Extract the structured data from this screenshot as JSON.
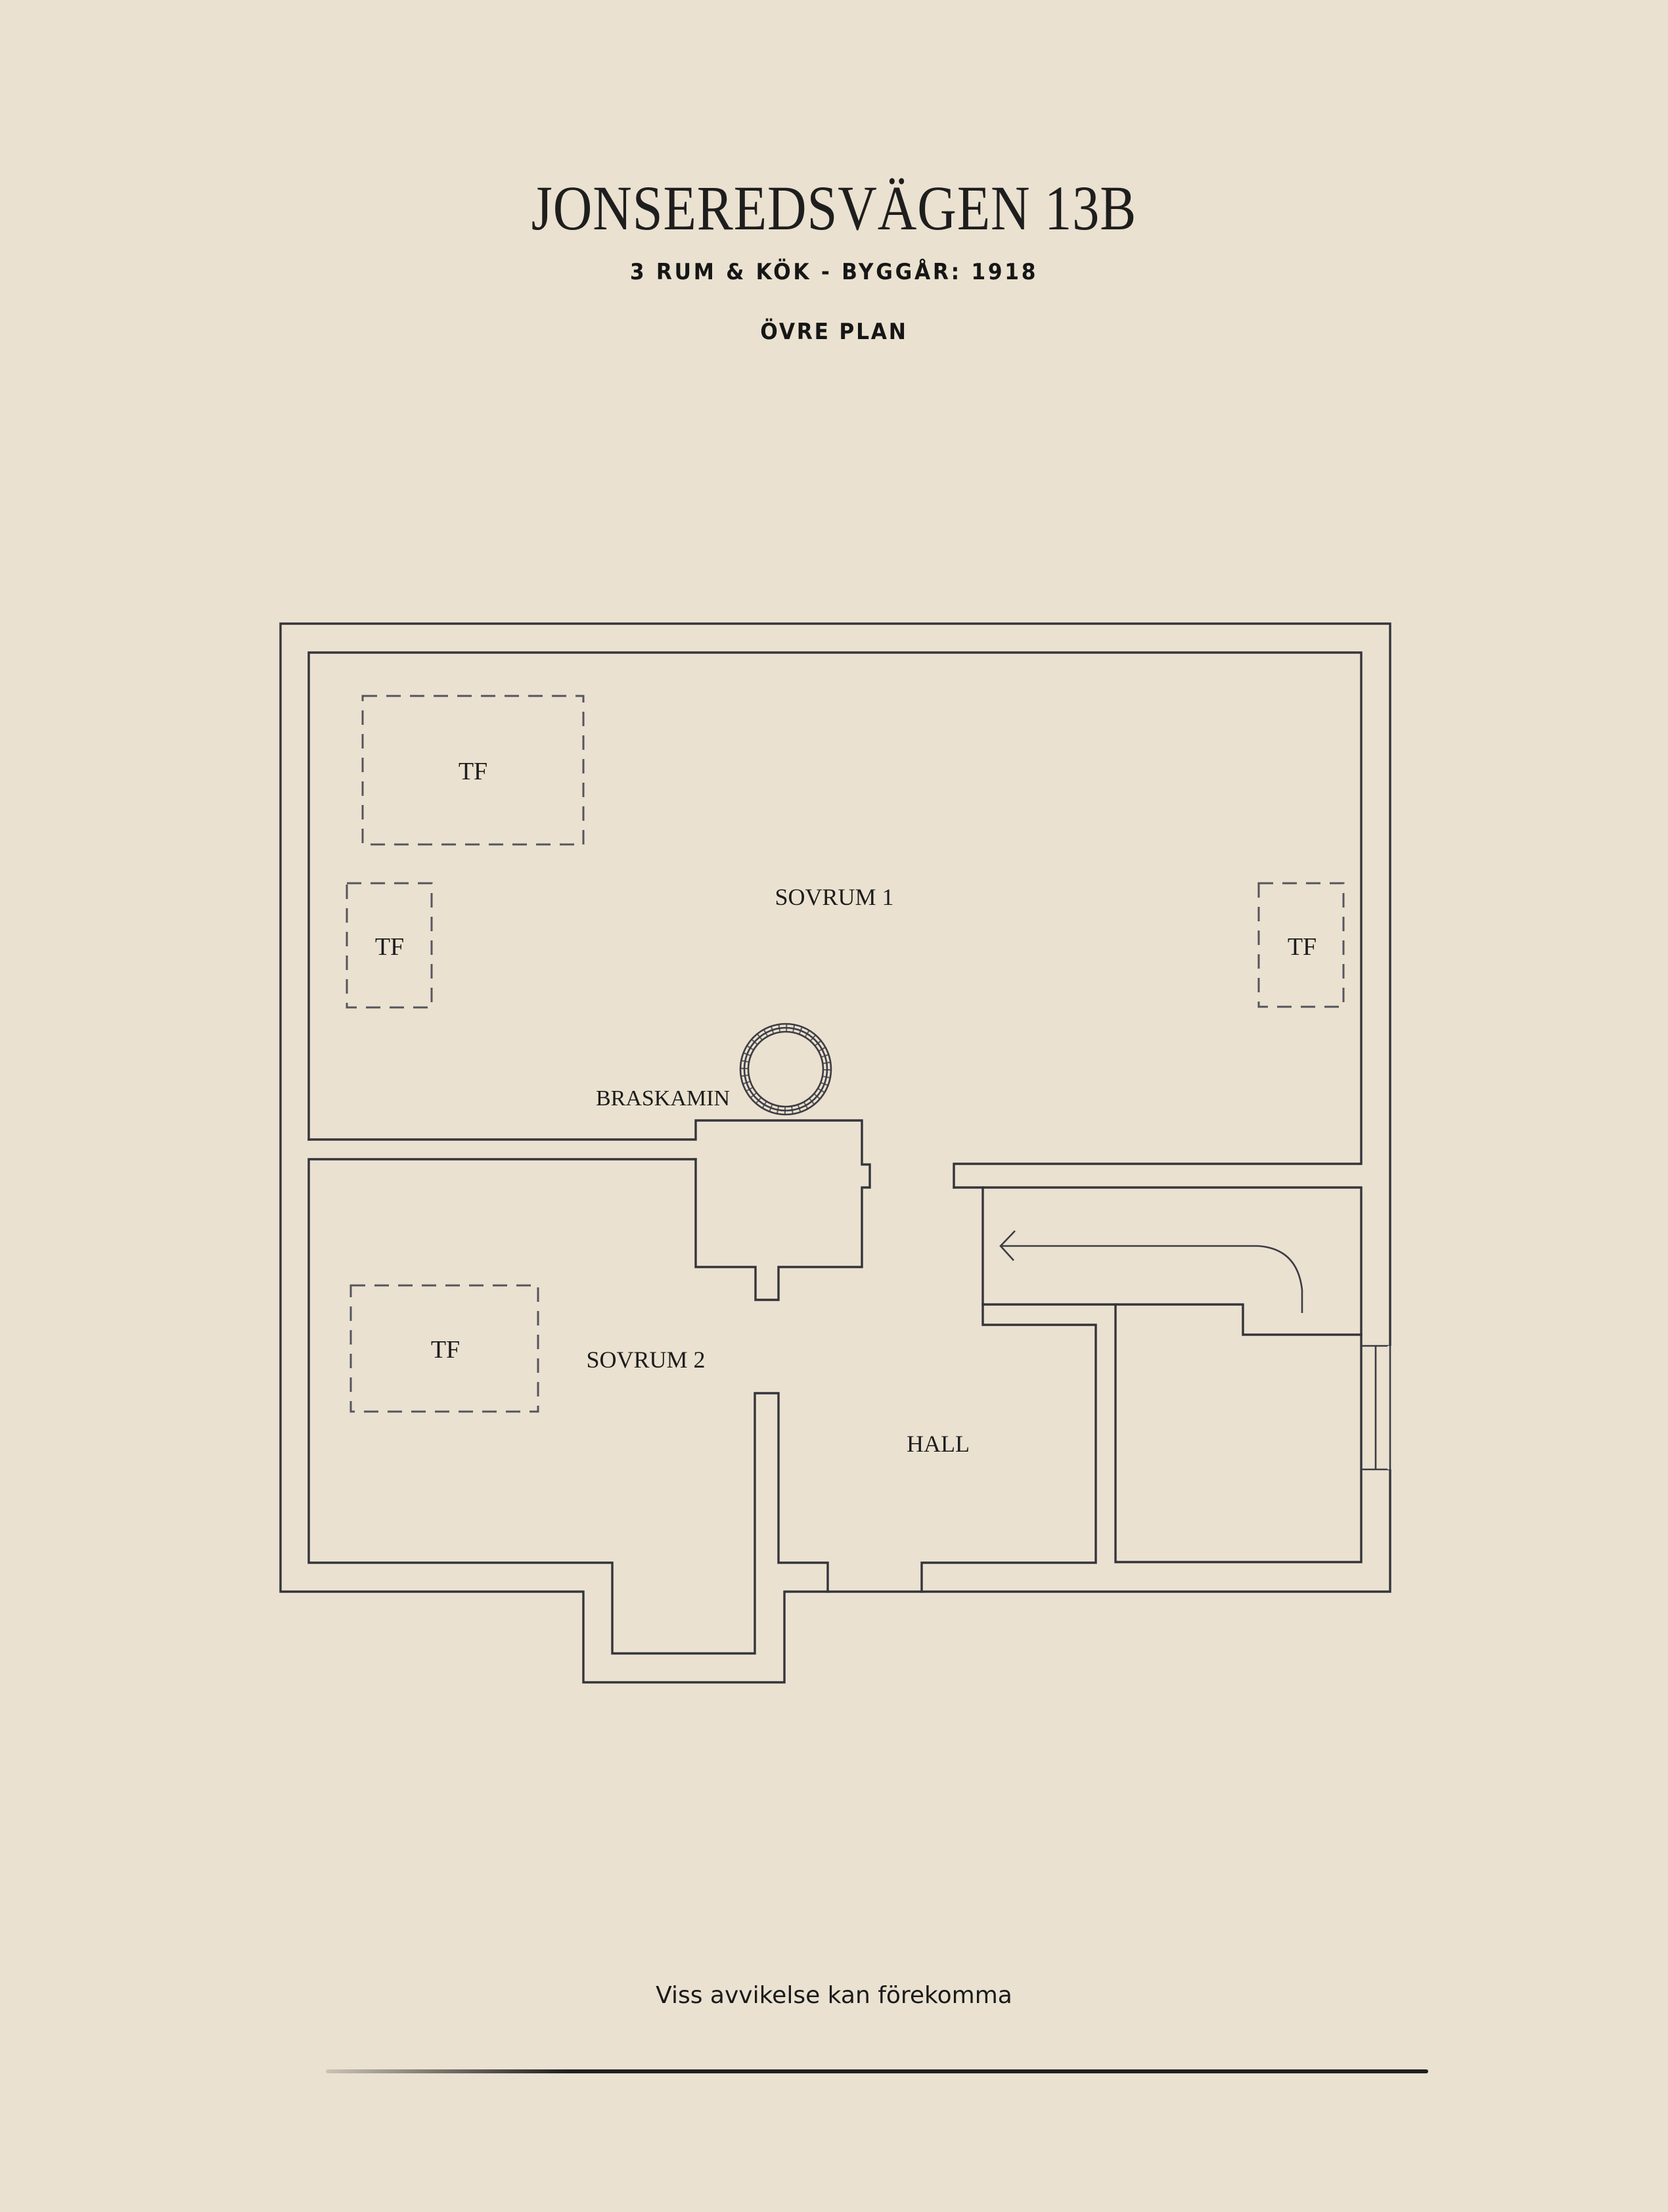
{
  "header": {
    "title": "JONSEREDSVÄGEN 13B",
    "subtitle": "3 RUM & KÖK - BYGGÅR: 1918",
    "level": "ÖVRE PLAN"
  },
  "rooms": {
    "sovrum1": "SOVRUM 1",
    "sovrum2": "SOVRUM 2",
    "hall": "HALL",
    "braskamin": "BRASKAMIN"
  },
  "tf_markers": [
    {
      "label": "TF",
      "room": "SOVRUM 1",
      "position": "top-left"
    },
    {
      "label": "TF",
      "room": "SOVRUM 1",
      "position": "left"
    },
    {
      "label": "TF",
      "room": "SOVRUM 1",
      "position": "right"
    },
    {
      "label": "TF",
      "room": "SOVRUM 2",
      "position": "left"
    }
  ],
  "icons": {
    "stove": "braskamin-circle-icon",
    "stairs": "stair-arrow-icon",
    "window": "window-icon"
  },
  "footer": {
    "disclaimer": "Viss avvikelse kan förekomma"
  },
  "colors": {
    "background": "#EAE1D0",
    "lines": "#34343C",
    "text": "#1C1C1C"
  }
}
